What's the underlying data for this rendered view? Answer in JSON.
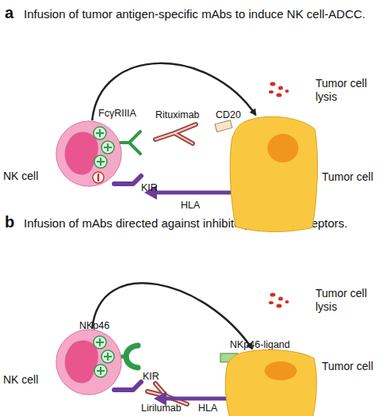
{
  "diagram": {
    "nodes": [
      {
        "text": [
          "NK cell"
        ]
      },
      {
        "text": [
          "Tumor cell"
        ]
      },
      {
        "text": [
          "NK cell"
        ]
      },
      {
        "text": [
          "Tumor cell"
        ]
      }
    ],
    "edges": [
      {
        "from": 0,
        "to": 1,
        "arrow": "to"
      },
      {
        "from": 2,
        "to": 3,
        "arrow": "to"
      }
    ],
    "labels": [
      "a",
      "Infusion of tumor antigen-specific mAbs to induce NK cell-ADCC.",
      "FcγRIIIA",
      "KIR",
      "Rituximab",
      "CD20",
      "Tumor cell lysis",
      "HLA",
      "b",
      "Infusion of mAbs directed against inhibitory NK cell receptors.",
      "NKp46",
      "KIR",
      "Lirilumab",
      "NKp46-ligand",
      "Tumor cell lysis",
      "HLA"
    ]
  }
}
